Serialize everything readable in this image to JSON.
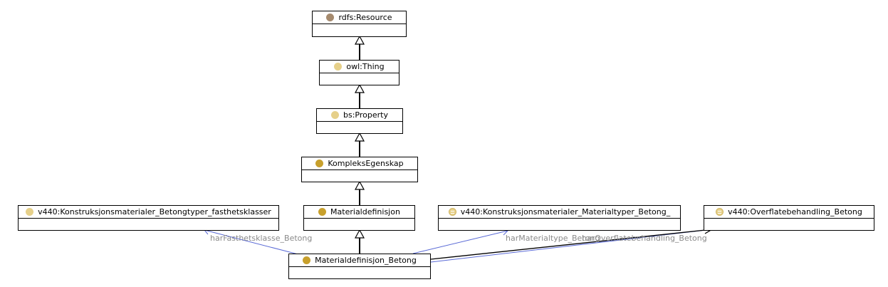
{
  "colors": {
    "resource_dot": "#a58a6e",
    "light_dot": "#e6d08a",
    "dark_dot": "#c8a02c",
    "equiv_dot": "#e6d08a",
    "edge_blue": "#5a6ad6",
    "edge_black": "#000000",
    "label_gray": "#8a8a8a"
  },
  "nodes": {
    "rdfs_resource": {
      "label": "rdfs:Resource",
      "icon": "class-dot-brown"
    },
    "owl_thing": {
      "label": "owl:Thing",
      "icon": "class-dot-light"
    },
    "bs_property": {
      "label": "bs:Property",
      "icon": "class-dot-light"
    },
    "kompleks_egenskap": {
      "label": "KompleksEgenskap",
      "icon": "class-dot-dark"
    },
    "materialdefinisjon": {
      "label": "Materialdefinisjon",
      "icon": "class-dot-dark"
    },
    "materialdefinisjon_betong": {
      "label": "Materialdefinisjon_Betong",
      "icon": "class-dot-dark"
    },
    "betongtyper_fasthetsklasser": {
      "label": "v440:Konstruksjonsmaterialer_Betongtyper_fasthetsklasser",
      "icon": "class-dot-light"
    },
    "materialtyper_betong": {
      "label": "v440:Konstruksjonsmaterialer_Materialtyper_Betong_",
      "icon": "equivalent-class-icon"
    },
    "overflatebehandling_betong": {
      "label": "v440:Overflatebehandling_Betong",
      "icon": "equivalent-class-icon"
    }
  },
  "edge_labels": {
    "har_fasthetsklasse": "harFasthetsklasse_Betong",
    "har_materialtype": "harMaterialtype_Betong",
    "har_overflatebehandling": "harOverflatebehandling_Betong"
  }
}
